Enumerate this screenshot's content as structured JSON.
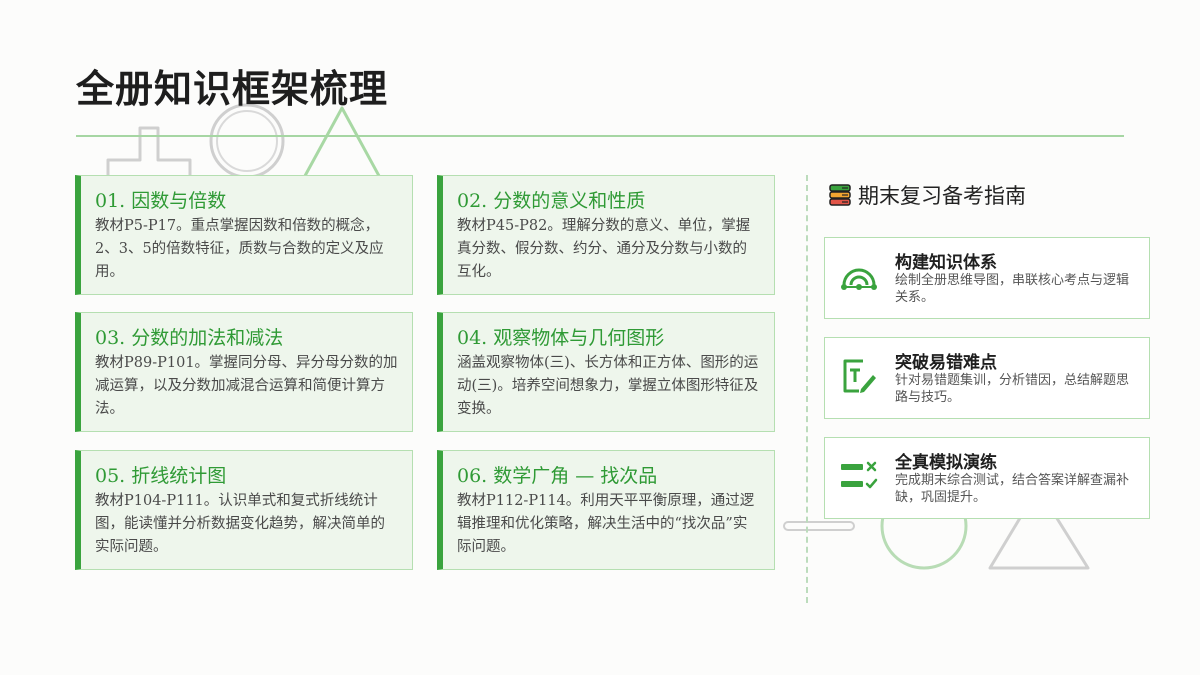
{
  "page": {
    "title": "全册知识框架梳理",
    "accent_color": "#3aa33e",
    "card_fill": "#eef6ec"
  },
  "modules": [
    {
      "num": "01.",
      "title": "因数与倍数",
      "desc": "教材P5-P17。重点掌握因数和倍数的概念，2、3、5的倍数特征，质数与合数的定义及应用。"
    },
    {
      "num": "02.",
      "title": "分数的意义和性质",
      "desc": "教材P45-P82。理解分数的意义、单位，掌握真分数、假分数、约分、通分及分数与小数的互化。"
    },
    {
      "num": "03.",
      "title": "分数的加法和减法",
      "desc": "教材P89-P101。掌握同分母、异分母分数的加减运算，以及分数加减混合运算和简便计算方法。"
    },
    {
      "num": "04.",
      "title": "观察物体与几何图形",
      "desc": "涵盖观察物体(三)、长方体和正方体、图形的运动(三)。培养空间想象力，掌握立体图形特征及变换。"
    },
    {
      "num": "05.",
      "title": "折线统计图",
      "desc": "教材P104-P111。认识单式和复式折线统计图，能读懂并分析数据变化趋势，解决简单的实际问题。"
    },
    {
      "num": "06.",
      "title": "数学广角 — 找次品",
      "desc": "教材P112-P114。利用天平平衡原理，通过逻辑推理和优化策略，解决生活中的“找次品”实际问题。"
    }
  ],
  "guide": {
    "title": "期末复习备考指南",
    "title_icon": "books-icon",
    "items": [
      {
        "title": "构建知识体系",
        "desc": "绘制全册思维导图，串联核心考点与逻辑关系。",
        "icon": "mind-map-icon"
      },
      {
        "title": "突破易错难点",
        "desc": "针对易错题集训，分析错因，总结解题思路与技巧。",
        "icon": "text-edit-icon"
      },
      {
        "title": "全真模拟演练",
        "desc": "完成期末综合测试，结合答案详解查漏补缺，巩固提升。",
        "icon": "checklist-icon"
      }
    ]
  }
}
